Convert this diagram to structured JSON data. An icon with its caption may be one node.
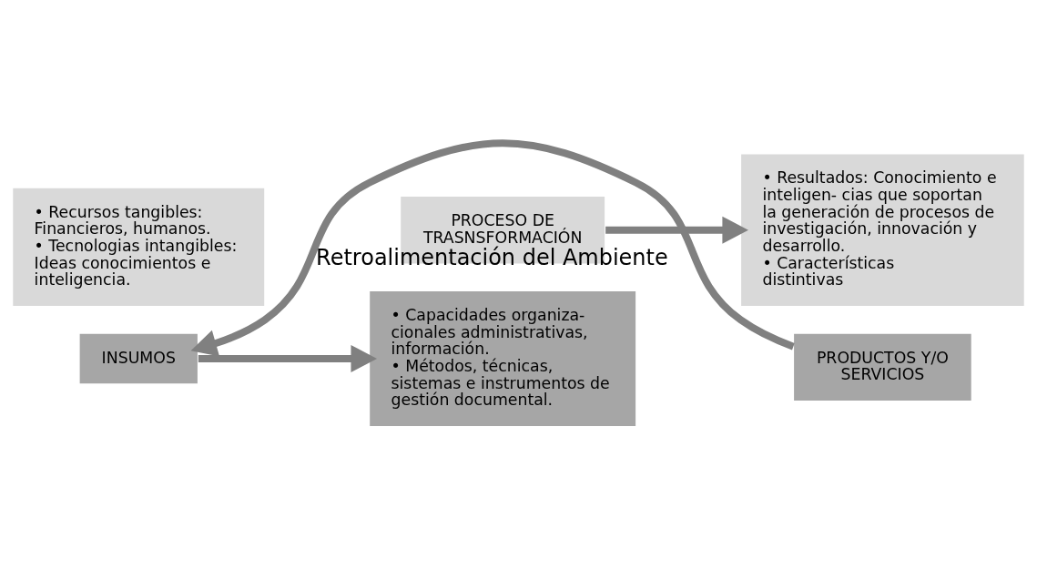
{
  "diagram": {
    "nodes": [
      {
        "text": [
          "• Recursos tangibles: Financieros, humanos.",
          "• Tecnologias intangibles: Ideas conocimientos e inteligencia."
        ]
      },
      {
        "text": [
          "INSUMOS"
        ]
      },
      {
        "text": [
          "PROCESO DE TRASNSFORMACIÓN"
        ]
      },
      {
        "text": [
          "• Capacidades organiza- cionales administrativas, información.",
          "• Métodos, técnicas, sistemas e instrumentos de gestión documental."
        ]
      },
      {
        "text": [
          "• Resultados: Conocimiento e inteligen- cias que soportan la generación de procesos de investigación, innovación y desarrollo.",
          "• Características distintivas"
        ]
      },
      {
        "text": [
          "PRODUCTOS Y/O SERVICIOS"
        ]
      }
    ],
    "edges": [
      {
        "from": 1,
        "to": 3,
        "arrow": "to"
      },
      {
        "from": 2,
        "to": 4,
        "arrow": "to"
      },
      {
        "from": 5,
        "to": 1,
        "arrow": "to",
        "label": "Retroalimentación del Ambiente"
      }
    ]
  }
}
